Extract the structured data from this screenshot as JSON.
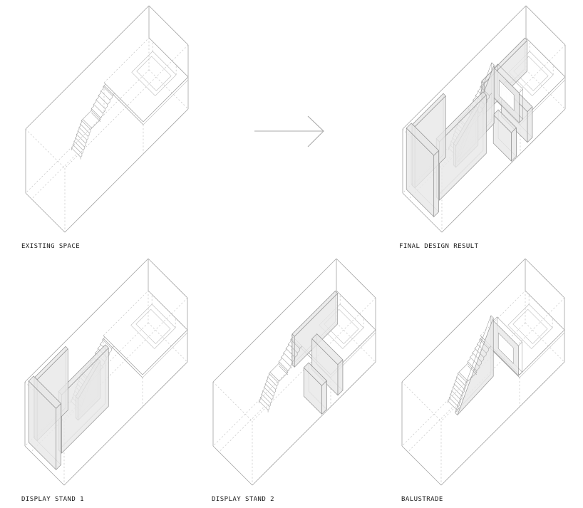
{
  "sheet": {
    "type": "axonometric-diagram-sheet",
    "background": "#ffffff"
  },
  "panels": [
    {
      "id": "existing-space",
      "label": "EXISTING SPACE",
      "elements": [
        "box",
        "mezzanine",
        "stairs"
      ]
    },
    {
      "id": "final-design-result",
      "label": "FINAL DESIGN RESULT",
      "elements": [
        "box",
        "mezzanine",
        "stairs",
        "display-stand-1",
        "display-stand-2",
        "balustrade"
      ]
    },
    {
      "id": "display-stand-1",
      "label": "DISPLAY STAND 1",
      "elements": [
        "box",
        "mezzanine",
        "stairs",
        "display-stand-1"
      ]
    },
    {
      "id": "display-stand-2",
      "label": "DISPLAY STAND 2",
      "elements": [
        "box",
        "mezzanine",
        "stairs",
        "display-stand-2"
      ]
    },
    {
      "id": "balustrade",
      "label": "BALUSTRADE",
      "elements": [
        "box",
        "mezzanine",
        "stairs",
        "balustrade"
      ]
    }
  ],
  "arrow": {
    "icon": "right-arrow-icon",
    "direction": "right"
  },
  "colors": {
    "background": "#ffffff",
    "wireframe": "#a4a4a4",
    "wireframe_light": "#bdbdbd",
    "hidden_line": "#c6c6c6",
    "stair_line": "#a8a8a8",
    "panel_fill": "#e7e7e7",
    "panel_outline": "#969696",
    "label_text": "#1b1b1b",
    "arrow": "#a8a8a8"
  }
}
